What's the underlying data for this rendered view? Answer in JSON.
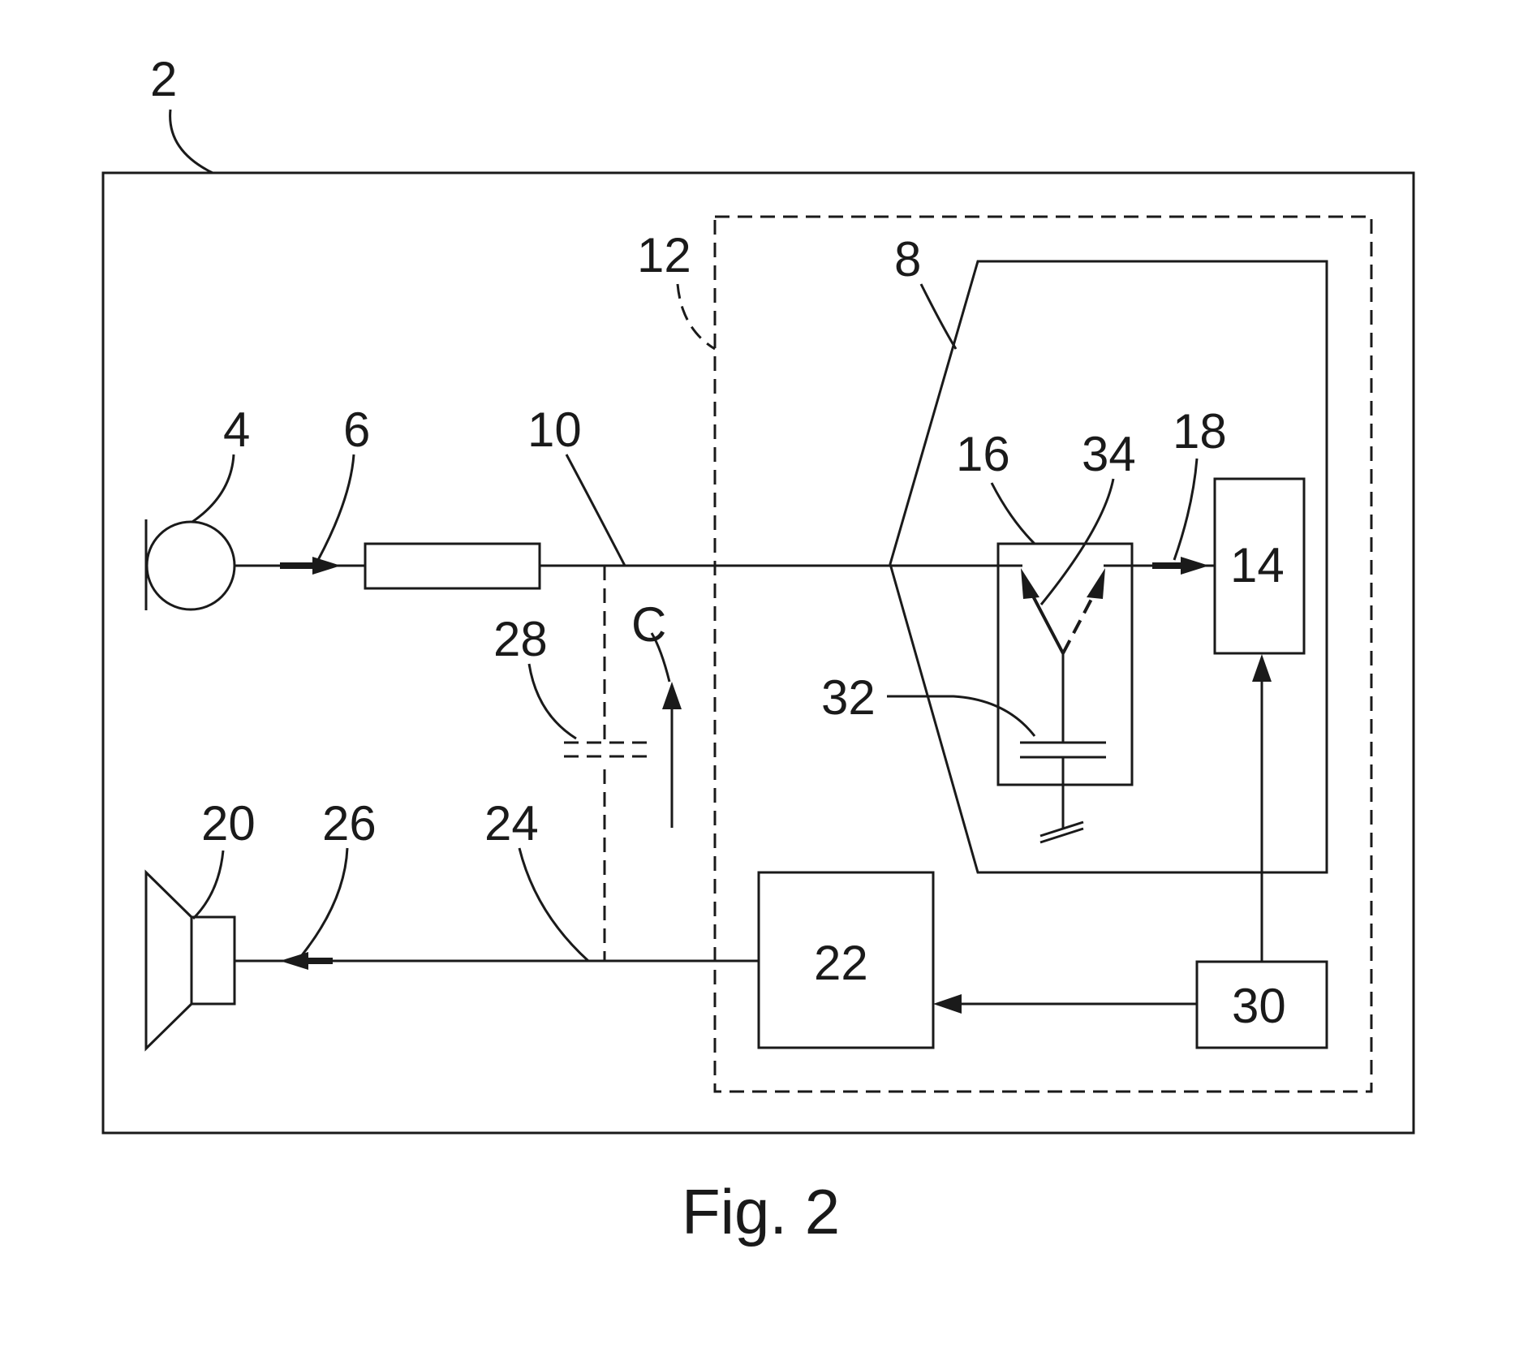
{
  "labels": {
    "device": "2",
    "microphone": "4",
    "mic_signal": "6",
    "processor_block": "8",
    "input_line": "10",
    "dashed_region": "12",
    "block_14": "14",
    "switch_block": "16",
    "signal_18": "18",
    "speaker": "20",
    "block_22": "22",
    "output_line": "24",
    "speaker_signal": "26",
    "coupling": "28",
    "block_30": "30",
    "capacitor": "32",
    "switch_arm": "34",
    "feedback_path": "C"
  },
  "caption": "Fig. 2"
}
